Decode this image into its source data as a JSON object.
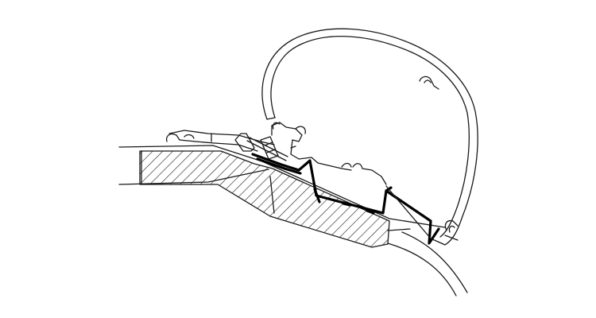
{
  "diagram": {
    "kind": "technical-line-drawing",
    "subject": "awning-adapter-cross-section",
    "colors": {
      "line": "#1a1a1a",
      "bracket": "#000000",
      "background": "#ffffff"
    },
    "parts": [
      {
        "id": "roof-panel",
        "style": "hatched"
      },
      {
        "id": "roof-edge-profile",
        "style": "outline"
      },
      {
        "id": "adapter-bracket",
        "style": "bold"
      },
      {
        "id": "awning-cassette",
        "style": "outline"
      },
      {
        "id": "mounting-bolt",
        "style": "outline"
      },
      {
        "id": "wall-curve",
        "style": "outline"
      }
    ]
  }
}
